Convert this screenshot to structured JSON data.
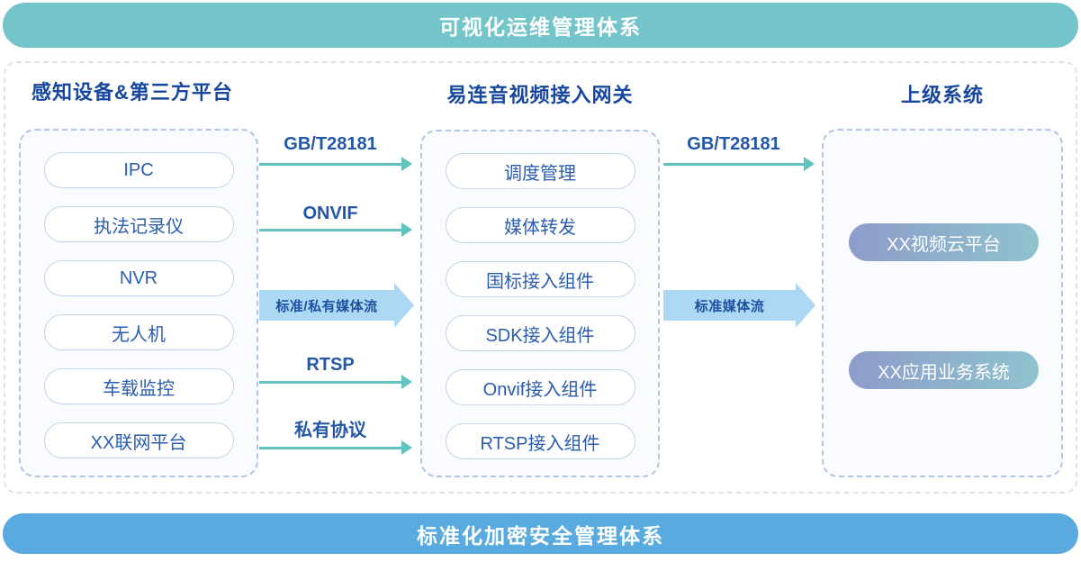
{
  "banners": {
    "top": {
      "label": "可视化运维管理体系"
    },
    "bottom": {
      "label": "标准化加密安全管理体系"
    }
  },
  "columns": {
    "devices": {
      "title": "感知设备&第三方平台",
      "items": [
        "IPC",
        "执法记录仪",
        "NVR",
        "无人机",
        "车载监控",
        "XX联网平台"
      ]
    },
    "gateway": {
      "title": "易连音视频接入网关",
      "items": [
        "调度管理",
        "媒体转发",
        "国标接入组件",
        "SDK接入组件",
        "Onvif接入组件",
        "RTSP接入组件"
      ]
    },
    "upstream": {
      "title": "上级系统",
      "items": [
        "XX视频云平台",
        "XX应用业务系统"
      ]
    }
  },
  "flows": {
    "left_to_gateway": [
      {
        "label": "GB/T28181",
        "type": "thin"
      },
      {
        "label": "ONVIF",
        "type": "thin"
      },
      {
        "label": "标准/私有媒体流",
        "type": "thick"
      },
      {
        "label": "RTSP",
        "type": "thin"
      },
      {
        "label": "私有协议",
        "type": "thin"
      }
    ],
    "gateway_to_upstream": [
      {
        "label": "GB/T28181",
        "type": "thin"
      },
      {
        "label": "标准媒体流",
        "type": "thick"
      }
    ]
  },
  "colors": {
    "top_banner": "#73C5C9",
    "bottom_banner": "#58AADF",
    "heading_text": "#17479E",
    "pill_text": "#2A5CAF",
    "pill_border": "#C3D2EC",
    "group_box_border": "#AFC4E6",
    "outer_frame_border": "#DDE3EC",
    "thin_arrow": "#60C3BD",
    "thick_arrow": "#ADD8F3",
    "thick_arrow_text": "#1D50A2",
    "gradient_pill_from": "#8D9CCA",
    "gradient_pill_to": "#8FC3CE"
  }
}
